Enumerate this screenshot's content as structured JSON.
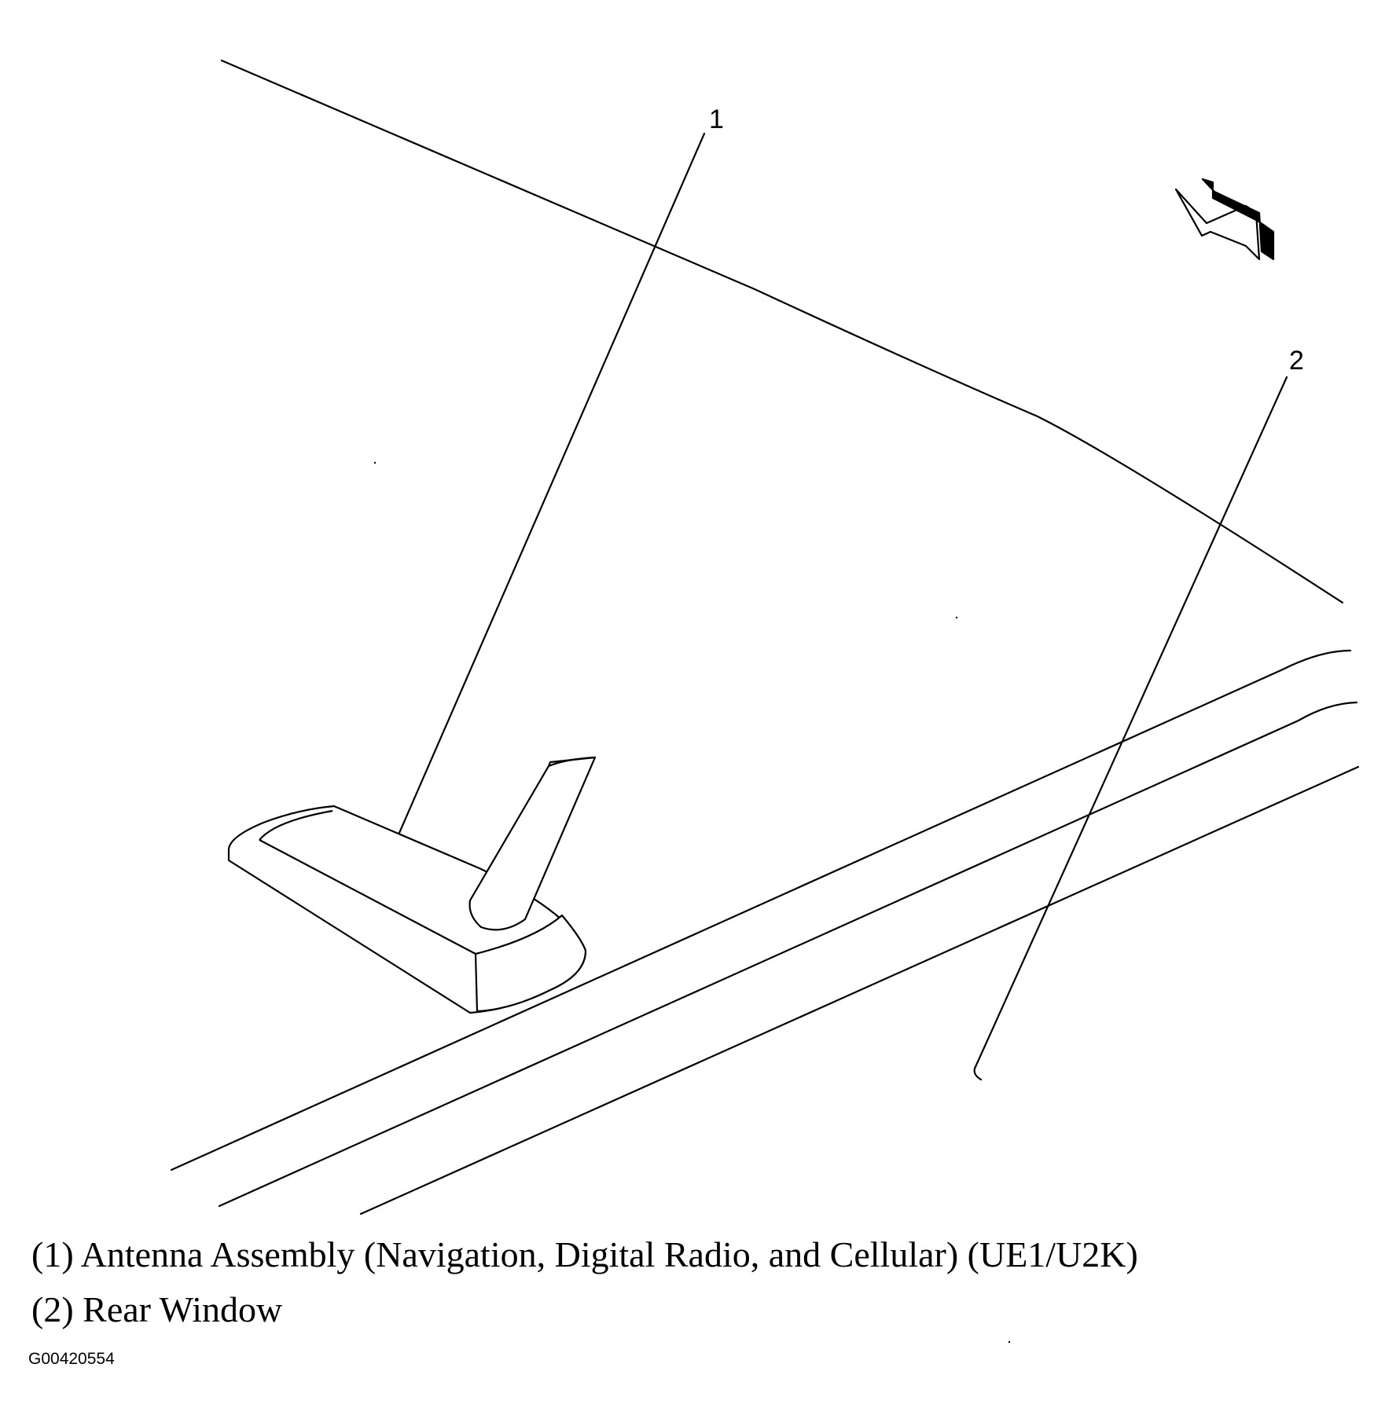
{
  "callouts": [
    {
      "number": "1",
      "label": "(1) Antenna Assembly (Navigation, Digital Radio, and Cellular) (UE1/U2K)"
    },
    {
      "number": "2",
      "label": "(2) Rear Window"
    }
  ],
  "figure_id": "G00420554",
  "icons": {
    "direction_arrow": "forward-arrow-icon"
  }
}
